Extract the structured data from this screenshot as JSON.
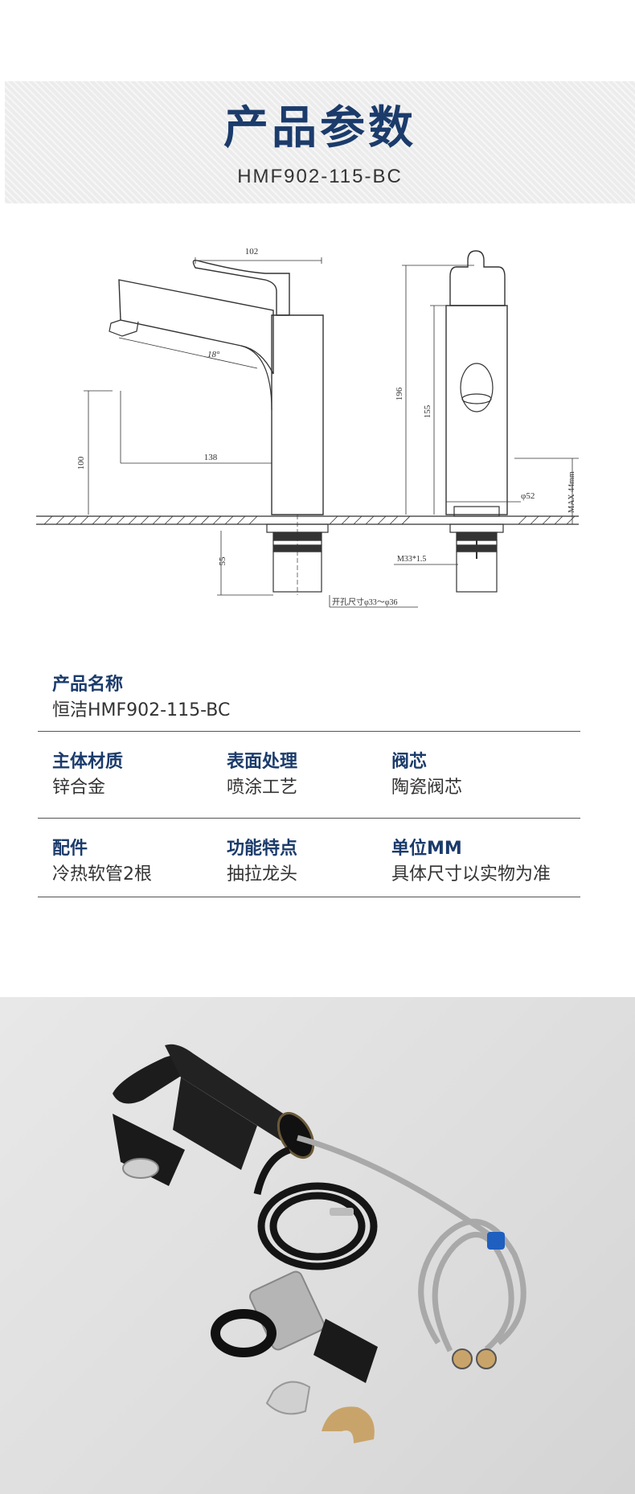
{
  "header": {
    "title": "产品参数",
    "model": "HMF902-115-BC"
  },
  "drawing": {
    "dim_top_width": "102",
    "dim_angle": "18°",
    "dim_spout": "138",
    "dim_height_spout": "100",
    "dim_below": "55",
    "dim_total": "196",
    "dim_body": "155",
    "dim_base": "φ52",
    "dim_max": "MAX 44mm",
    "dim_thread": "M33*1.5",
    "dim_hole": "开孔尺寸φ33～φ36"
  },
  "specs": {
    "name_label": "产品名称",
    "name_value": "恒洁HMF902-115-BC",
    "material_label": "主体材质",
    "material_value": "锌合金",
    "finish_label": "表面处理",
    "finish_value": "喷涂工艺",
    "valve_label": "阀芯",
    "valve_value": "陶瓷阀芯",
    "accessory_label": "配件",
    "accessory_value": "冷热软管2根",
    "feature_label": "功能特点",
    "feature_value": "抽拉龙头",
    "unit_label": "单位MM",
    "unit_value": "具体尺寸以实物为准"
  },
  "colors": {
    "title_blue": "#1b3b6b",
    "faucet_black": "#1a1a1a",
    "hose_blue": "#1f5fbf"
  }
}
